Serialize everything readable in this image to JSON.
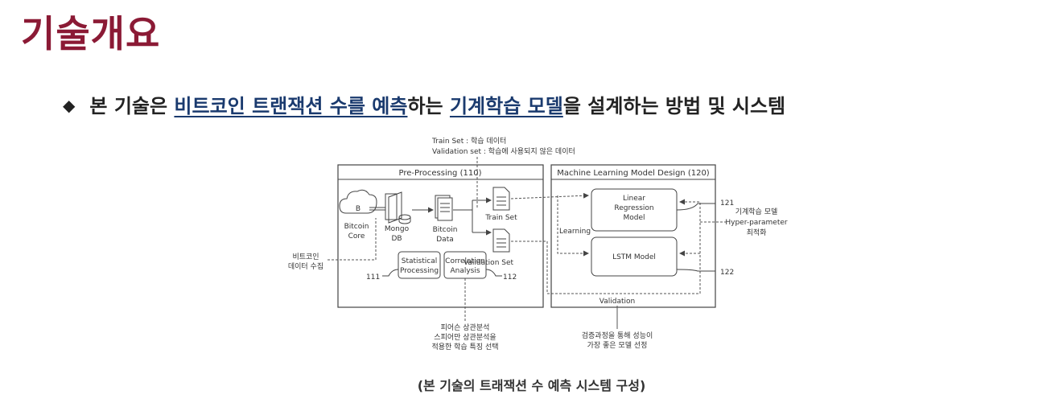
{
  "header": {
    "title": "기술개요"
  },
  "summary": {
    "bullet": "◆",
    "parts": [
      "본 기술은 ",
      "비트코인 트랜잭션 수를 예측",
      "하는 ",
      "기계학습 모델",
      "을 설계하는 방법 및 시스템"
    ]
  },
  "figure": {
    "top_note_1": "Train Set : 학습 데이터",
    "top_note_2": "Validation set : 학습에 사용되지 않은 데이터",
    "preprocessing_title": "Pre-Processing (110)",
    "ml_title": "Machine Learning Model Design (120)",
    "bitcoin_core": [
      "Bitcoin",
      "Core"
    ],
    "mongo_db": [
      "Mongo",
      "DB"
    ],
    "bitcoin_data": [
      "Bitcoin",
      "Data"
    ],
    "train_set": "Train Set",
    "validation_set": "Validation Set",
    "statistical": [
      "Statistical",
      "Processing"
    ],
    "correlation": [
      "Correlation",
      "Analysis"
    ],
    "label_111": "111",
    "label_112": "112",
    "linear_model": [
      "Linear",
      "Regression",
      "Model"
    ],
    "lstm_model": "LSTM Model",
    "learning": "Learning",
    "validation": "Validation",
    "label_121": "121",
    "label_122": "122",
    "right_note": [
      "기계학습 모델",
      "Hyper-parameter",
      "최적화"
    ],
    "left_note": [
      "비트코인",
      "데이터 수집"
    ],
    "bottom_note_left": [
      "피어슨 상관분석",
      "스피어만 상관분석을",
      "적용한 학습 특징 선택"
    ],
    "bottom_note_right": [
      "검증과정을 통해 성능이",
      "가장 좋은 모델 선정"
    ],
    "core_icon_letter": "B"
  },
  "caption": "(본 기술의 트래잭션 수 예측 시스템 구성)"
}
